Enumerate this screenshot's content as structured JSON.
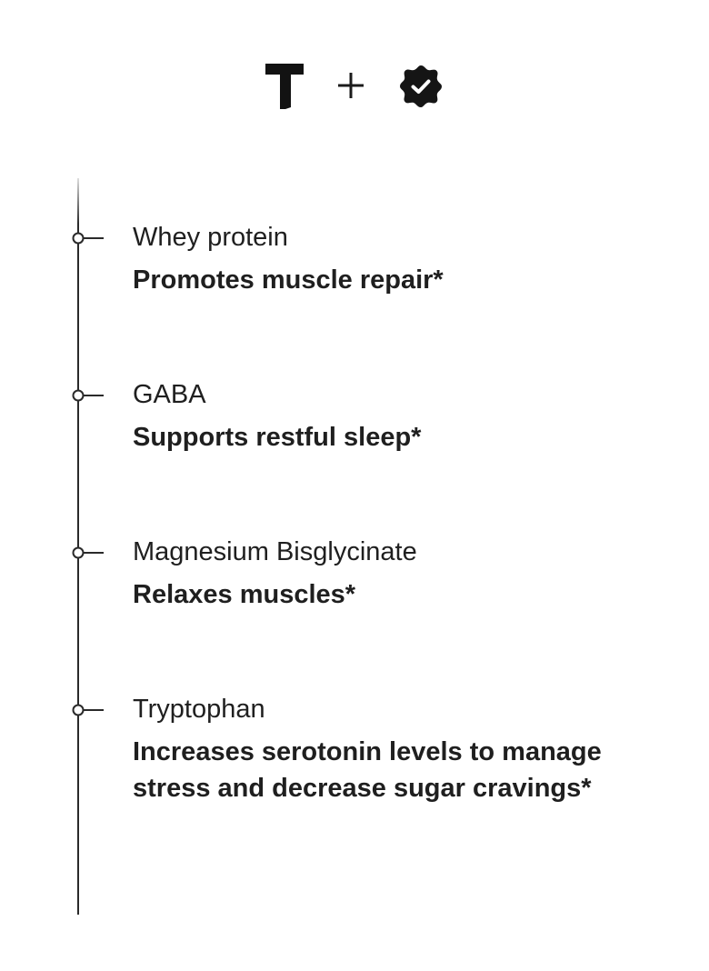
{
  "header": {
    "logo_icon": "brand-t-logo",
    "plus_icon": "plus-icon",
    "badge_icon": "verified-badge-icon"
  },
  "ingredients": [
    {
      "name": "Whey protein",
      "benefit": "Promotes muscle repair*"
    },
    {
      "name": "GABA",
      "benefit": "Supports restful sleep*"
    },
    {
      "name": "Magnesium Bisglycinate",
      "benefit": "Relaxes muscles*"
    },
    {
      "name": "Tryptophan",
      "benefit": "Increases serotonin levels to manage stress and decrease sugar cravings*"
    }
  ],
  "colors": {
    "text": "#1f1f1f",
    "line": "#2a2a2a",
    "background": "#ffffff"
  }
}
